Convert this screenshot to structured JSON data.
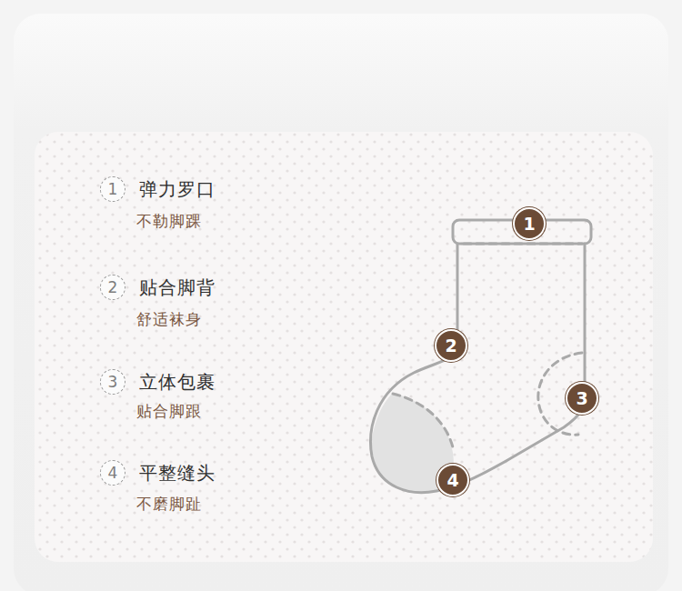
{
  "diagram": {
    "nodes": [
      {
        "text": [
          "1"
        ]
      },
      {
        "text": [
          "2"
        ]
      },
      {
        "text": [
          "3"
        ]
      },
      {
        "text": [
          "4"
        ]
      },
      {
        "text": [
          "1"
        ]
      },
      {
        "text": [
          "2"
        ]
      },
      {
        "text": [
          "3"
        ]
      },
      {
        "text": [
          "4"
        ]
      }
    ],
    "labels": [
      "弹力罗口",
      "不勒脚踝",
      "贴合脚背",
      "舒适袜身",
      "立体包裹",
      "贴合脚跟",
      "平整缝头",
      "不磨脚趾"
    ]
  }
}
